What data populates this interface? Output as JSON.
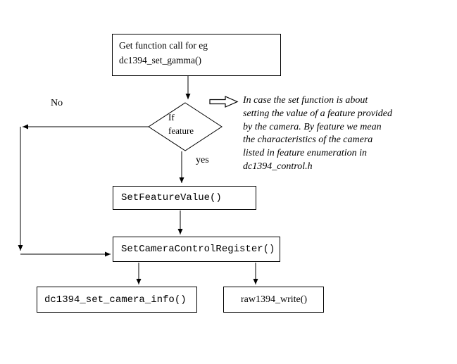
{
  "diagram": {
    "start": "Get function call for eg\ndc1394_set_gamma()",
    "decision": "If\nfeature",
    "no_label": "No",
    "yes_label": "yes",
    "set_feature_value": "SetFeatureValue()",
    "set_camera_control_register": "SetCameraControlRegister()",
    "dc1394_set_camera_info": "dc1394_set_camera_info()",
    "raw1394_write": "raw1394_write()",
    "annotation": "In case the set function is about\nsetting the value of a feature provided\nby the camera. By feature we mean\nthe characteristics of the camera\nlisted in feature enumeration in\ndc1394_control.h"
  },
  "colors": {
    "background": "#ffffff",
    "line": "#000000",
    "text": "#000000"
  }
}
